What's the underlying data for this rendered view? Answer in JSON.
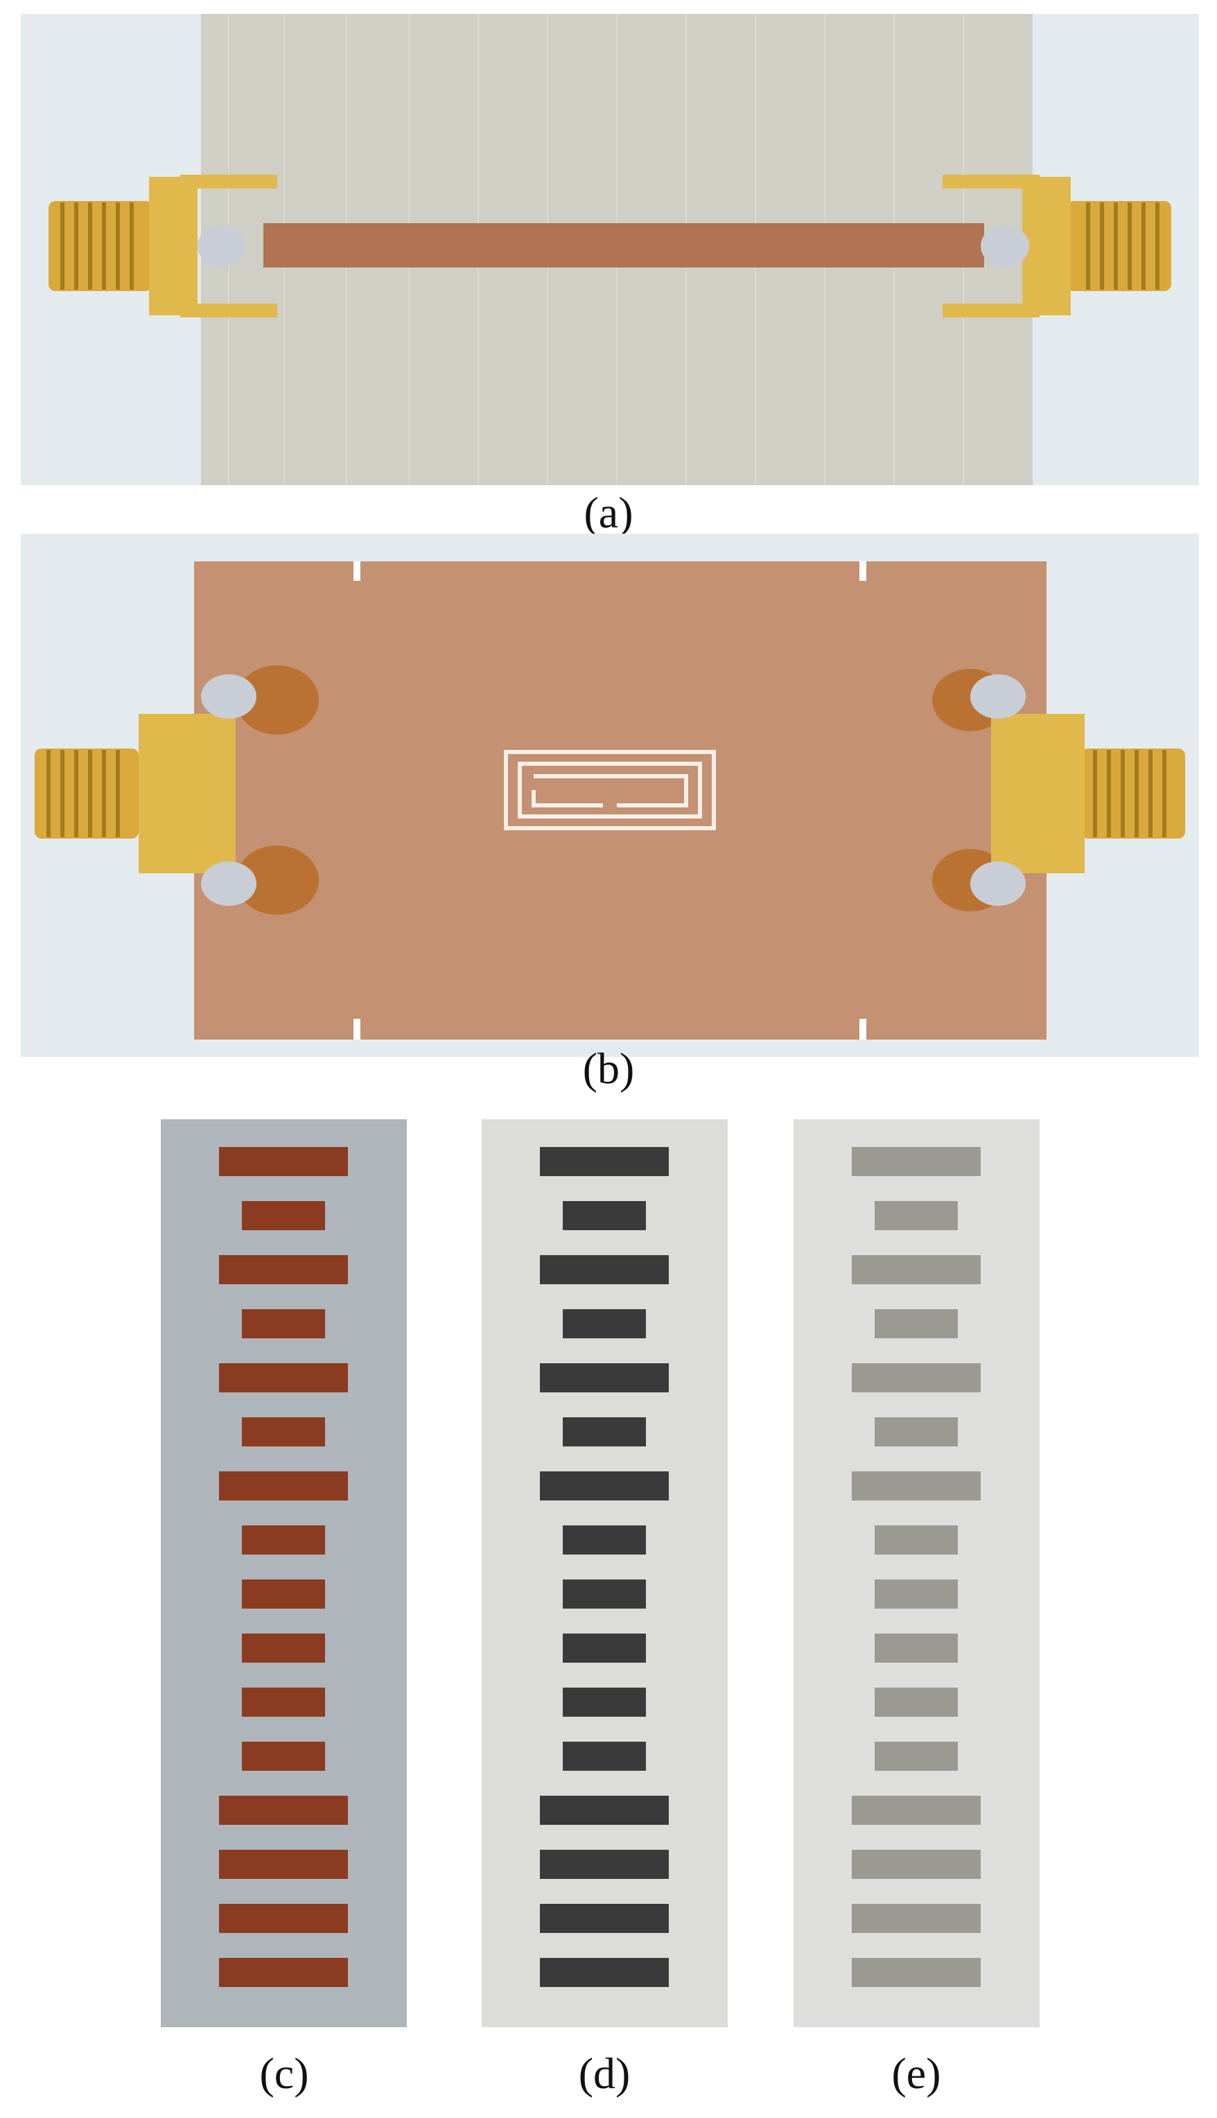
{
  "labels": {
    "a": "(a)",
    "b": "(b)",
    "c": "(c)",
    "d": "(d)",
    "e": "(e)"
  },
  "colors": {
    "backdrop": "#dde6ec",
    "substrate": "#cfcfc6",
    "copper": "#b07453",
    "copper_board": "#bf8a6a",
    "gold": "#d9a93b",
    "solder": "#c9ced6",
    "flux": "#b86a22",
    "strip_c_bg": "#aeb5bb",
    "strip_c_bar": "#8a3b20",
    "strip_d_bg": "#dcdcd8",
    "strip_d_bar": "#3a3a3a",
    "strip_e_bg": "#dededc",
    "strip_e_bar": "#9a9a92"
  },
  "strips": {
    "c_bars": [
      "long",
      "short",
      "long",
      "short",
      "long",
      "short",
      "long",
      "short",
      "short",
      "short",
      "short",
      "short",
      "long",
      "long",
      "long",
      "long"
    ],
    "d_bars": [
      "long",
      "short",
      "long",
      "short",
      "long",
      "short",
      "long",
      "short",
      "short",
      "short",
      "short",
      "short",
      "long",
      "long",
      "long",
      "long"
    ],
    "e_bars": [
      "long",
      "short",
      "long",
      "short",
      "long",
      "short",
      "long",
      "short",
      "short",
      "short",
      "short",
      "short",
      "long",
      "long",
      "long",
      "long"
    ]
  }
}
